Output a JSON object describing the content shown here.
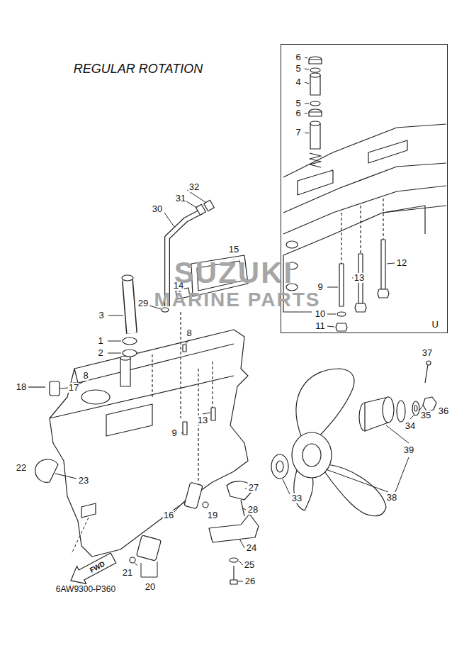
{
  "diagram": {
    "title": "REGULAR ROTATION",
    "nodes": [
      {
        "text": [
          "U"
        ]
      },
      {
        "text": [
          "FWD"
        ]
      }
    ],
    "labels": [
      "6",
      "5",
      "4",
      "5",
      "6",
      "7",
      "12",
      "13",
      "9",
      "10",
      "11",
      "32",
      "31",
      "30",
      "15",
      "14",
      "29",
      "3",
      "1",
      "2",
      "8",
      "18",
      "17",
      "8",
      "9",
      "13",
      "37",
      "36",
      "35",
      "34",
      "39",
      "27",
      "33",
      "38",
      "28",
      "22",
      "23",
      "16",
      "19",
      "24",
      "25",
      "26",
      "21",
      "20",
      "6AW9300-P360",
      "SUZUKI",
      "MARINE PARTS"
    ]
  }
}
